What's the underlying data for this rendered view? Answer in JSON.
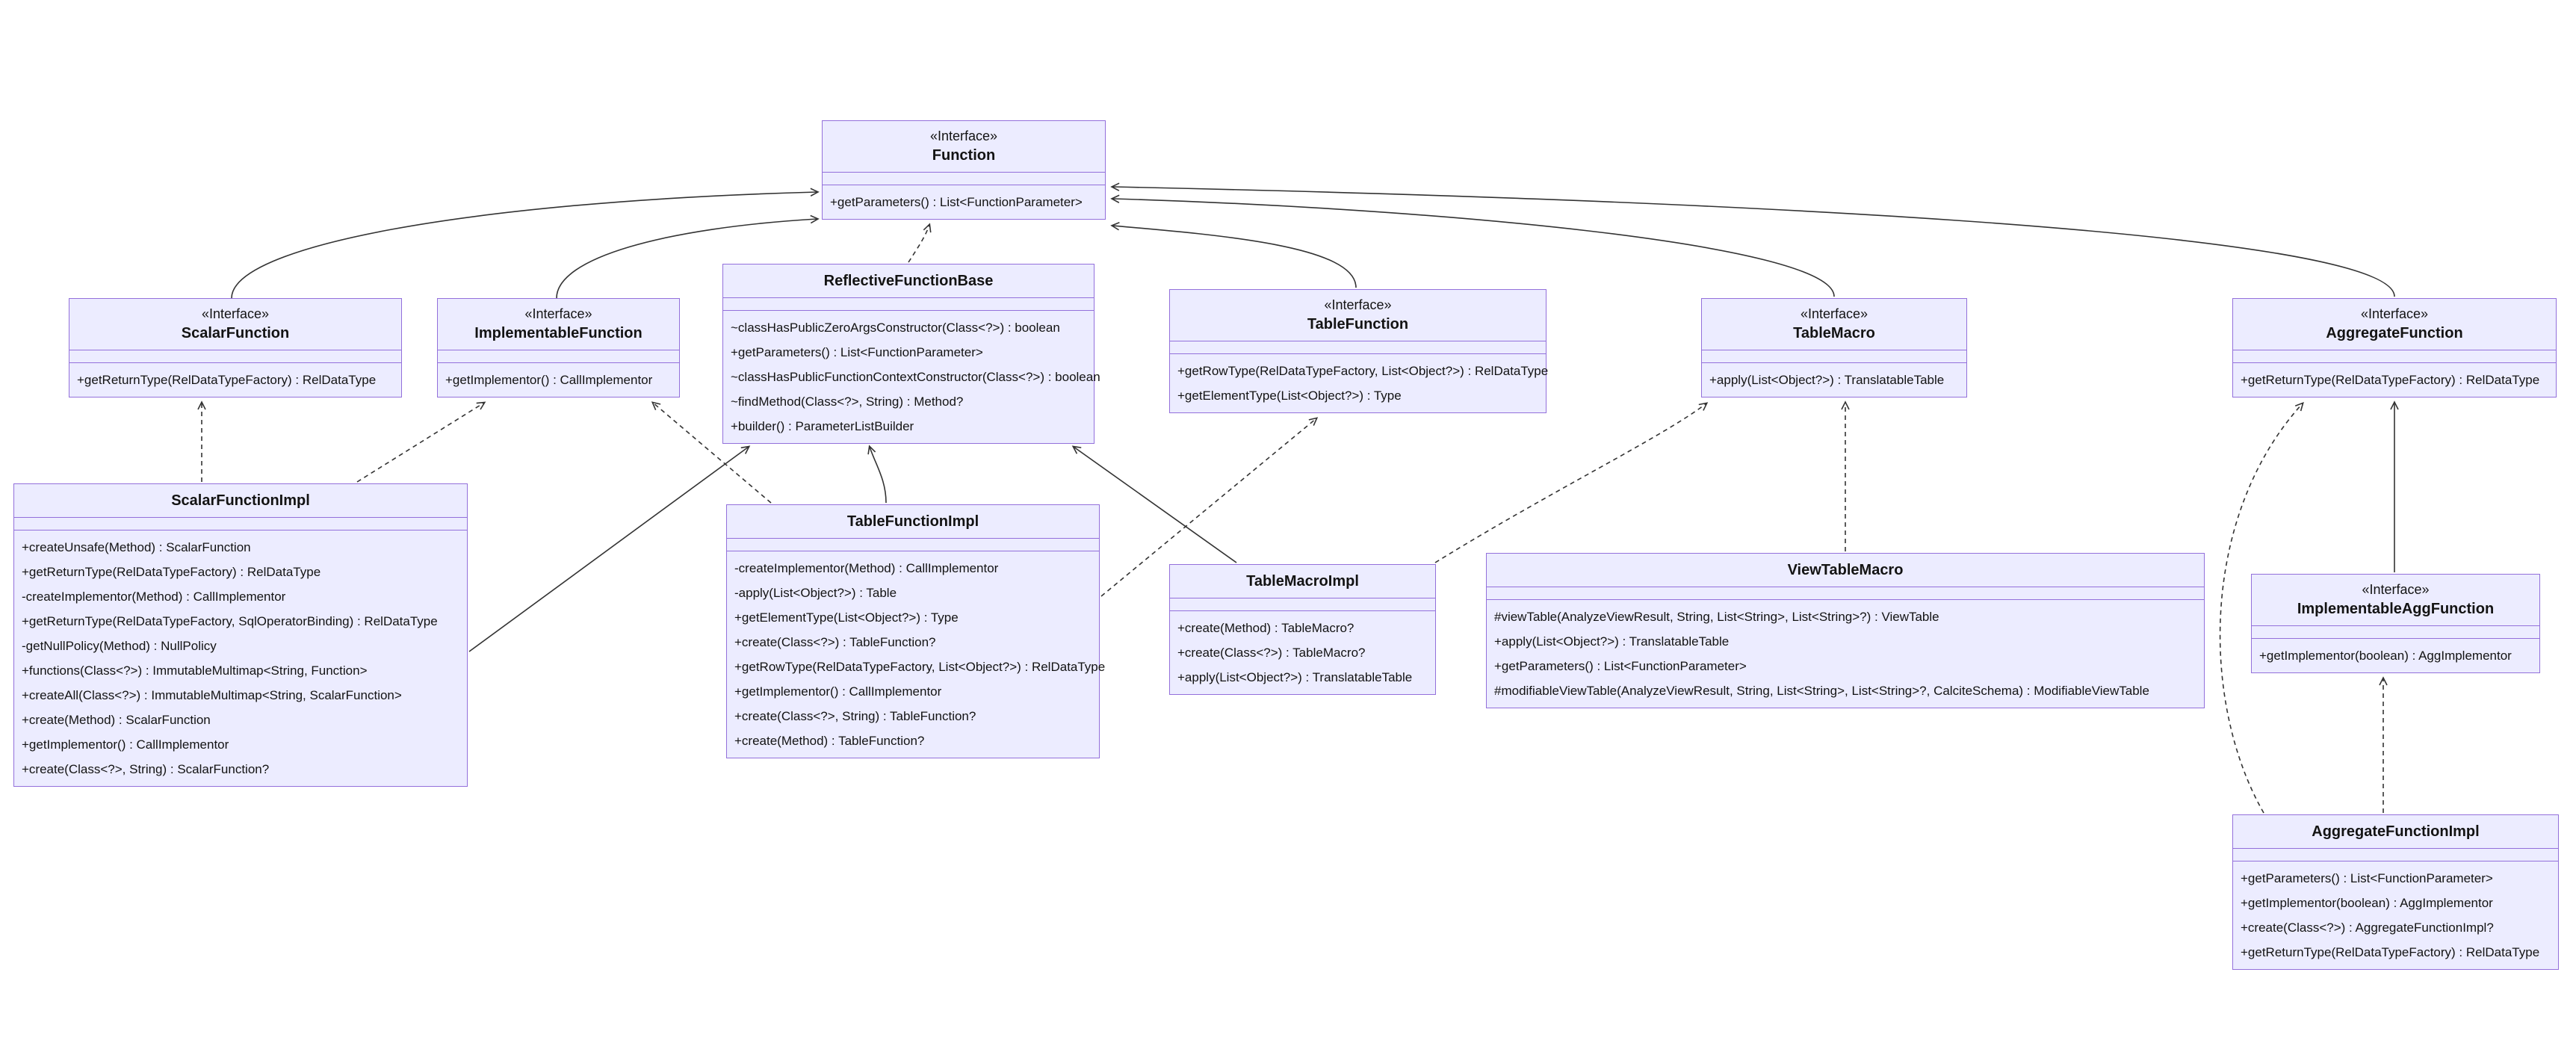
{
  "diagram": {
    "type": "uml-class-diagram",
    "colors": {
      "box_fill": "#ECECFF",
      "box_border": "#9370DB",
      "edge": "#333333",
      "background": "#ffffff"
    },
    "classes": [
      {
        "id": "function",
        "stereotype": "«Interface»",
        "name": "Function",
        "methods": [
          "+getParameters() : List<FunctionParameter>"
        ]
      },
      {
        "id": "scalar-function",
        "stereotype": "«Interface»",
        "name": "ScalarFunction",
        "methods": [
          "+getReturnType(RelDataTypeFactory) : RelDataType"
        ]
      },
      {
        "id": "implementable-function",
        "stereotype": "«Interface»",
        "name": "ImplementableFunction",
        "methods": [
          "+getImplementor() : CallImplementor"
        ]
      },
      {
        "id": "reflective-function-base",
        "stereotype": "",
        "name": "ReflectiveFunctionBase",
        "methods": [
          "~classHasPublicZeroArgsConstructor(Class<?>) : boolean",
          "+getParameters() : List<FunctionParameter>",
          "~classHasPublicFunctionContextConstructor(Class<?>) : boolean",
          "~findMethod(Class<?>, String) : Method?",
          "+builder() : ParameterListBuilder"
        ]
      },
      {
        "id": "table-function",
        "stereotype": "«Interface»",
        "name": "TableFunction",
        "methods": [
          "+getRowType(RelDataTypeFactory, List<Object?>) : RelDataType",
          "+getElementType(List<Object?>) : Type"
        ]
      },
      {
        "id": "table-macro",
        "stereotype": "«Interface»",
        "name": "TableMacro",
        "methods": [
          "+apply(List<Object?>) : TranslatableTable"
        ]
      },
      {
        "id": "aggregate-function",
        "stereotype": "«Interface»",
        "name": "AggregateFunction",
        "methods": [
          "+getReturnType(RelDataTypeFactory) : RelDataType"
        ]
      },
      {
        "id": "scalar-function-impl",
        "stereotype": "",
        "name": "ScalarFunctionImpl",
        "methods": [
          "+createUnsafe(Method) : ScalarFunction",
          "+getReturnType(RelDataTypeFactory) : RelDataType",
          "-createImplementor(Method) : CallImplementor",
          "+getReturnType(RelDataTypeFactory, SqlOperatorBinding) : RelDataType",
          "-getNullPolicy(Method) : NullPolicy",
          "+functions(Class<?>) : ImmutableMultimap<String, Function>",
          "+createAll(Class<?>) : ImmutableMultimap<String, ScalarFunction>",
          "+create(Method) : ScalarFunction",
          "+getImplementor() : CallImplementor",
          "+create(Class<?>, String) : ScalarFunction?"
        ]
      },
      {
        "id": "table-function-impl",
        "stereotype": "",
        "name": "TableFunctionImpl",
        "methods": [
          "-createImplementor(Method) : CallImplementor",
          "-apply(List<Object?>) : Table",
          "+getElementType(List<Object?>) : Type",
          "+create(Class<?>) : TableFunction?",
          "+getRowType(RelDataTypeFactory, List<Object?>) : RelDataType",
          "+getImplementor() : CallImplementor",
          "+create(Class<?>, String) : TableFunction?",
          "+create(Method) : TableFunction?"
        ]
      },
      {
        "id": "table-macro-impl",
        "stereotype": "",
        "name": "TableMacroImpl",
        "methods": [
          "+create(Method) : TableMacro?",
          "+create(Class<?>) : TableMacro?",
          "+apply(List<Object?>) : TranslatableTable"
        ]
      },
      {
        "id": "view-table-macro",
        "stereotype": "",
        "name": "ViewTableMacro",
        "methods": [
          "#viewTable(AnalyzeViewResult, String, List<String>, List<String>?) : ViewTable",
          "+apply(List<Object?>) : TranslatableTable",
          "+getParameters() : List<FunctionParameter>",
          "#modifiableViewTable(AnalyzeViewResult, String, List<String>, List<String>?, CalciteSchema) : ModifiableViewTable"
        ]
      },
      {
        "id": "implementable-agg-function",
        "stereotype": "«Interface»",
        "name": "ImplementableAggFunction",
        "methods": [
          "+getImplementor(boolean) : AggImplementor"
        ]
      },
      {
        "id": "aggregate-function-impl",
        "stereotype": "",
        "name": "AggregateFunctionImpl",
        "methods": [
          "+getParameters() : List<FunctionParameter>",
          "+getImplementor(boolean) : AggImplementor",
          "+create(Class<?>) : AggregateFunctionImpl?",
          "+getReturnType(RelDataTypeFactory) : RelDataType"
        ]
      }
    ],
    "edges": [
      {
        "from": "ScalarFunction",
        "to": "Function",
        "style": "solid-open-arrow"
      },
      {
        "from": "ImplementableFunction",
        "to": "Function",
        "style": "solid-open-arrow"
      },
      {
        "from": "ReflectiveFunctionBase",
        "to": "Function",
        "style": "dashed-open-arrow"
      },
      {
        "from": "TableFunction",
        "to": "Function",
        "style": "solid-open-arrow"
      },
      {
        "from": "TableMacro",
        "to": "Function",
        "style": "solid-open-arrow"
      },
      {
        "from": "AggregateFunction",
        "to": "Function",
        "style": "solid-open-arrow"
      },
      {
        "from": "ScalarFunctionImpl",
        "to": "ScalarFunction",
        "style": "dashed-open-arrow"
      },
      {
        "from": "ScalarFunctionImpl",
        "to": "ImplementableFunction",
        "style": "dashed-open-arrow"
      },
      {
        "from": "ScalarFunctionImpl",
        "to": "ReflectiveFunctionBase",
        "style": "solid-open-arrow"
      },
      {
        "from": "TableFunctionImpl",
        "to": "ReflectiveFunctionBase",
        "style": "solid-open-arrow"
      },
      {
        "from": "TableFunctionImpl",
        "to": "ImplementableFunction",
        "style": "dashed-open-arrow"
      },
      {
        "from": "TableFunctionImpl",
        "to": "TableFunction",
        "style": "dashed-open-arrow"
      },
      {
        "from": "TableMacroImpl",
        "to": "ReflectiveFunctionBase",
        "style": "solid-open-arrow"
      },
      {
        "from": "TableMacroImpl",
        "to": "TableMacro",
        "style": "dashed-open-arrow"
      },
      {
        "from": "ViewTableMacro",
        "to": "TableMacro",
        "style": "dashed-open-arrow"
      },
      {
        "from": "ImplementableAggFunction",
        "to": "AggregateFunction",
        "style": "solid-open-arrow"
      },
      {
        "from": "AggregateFunctionImpl",
        "to": "ImplementableAggFunction",
        "style": "dashed-open-arrow"
      },
      {
        "from": "AggregateFunctionImpl",
        "to": "AggregateFunction",
        "style": "dashed-open-arrow"
      }
    ]
  }
}
